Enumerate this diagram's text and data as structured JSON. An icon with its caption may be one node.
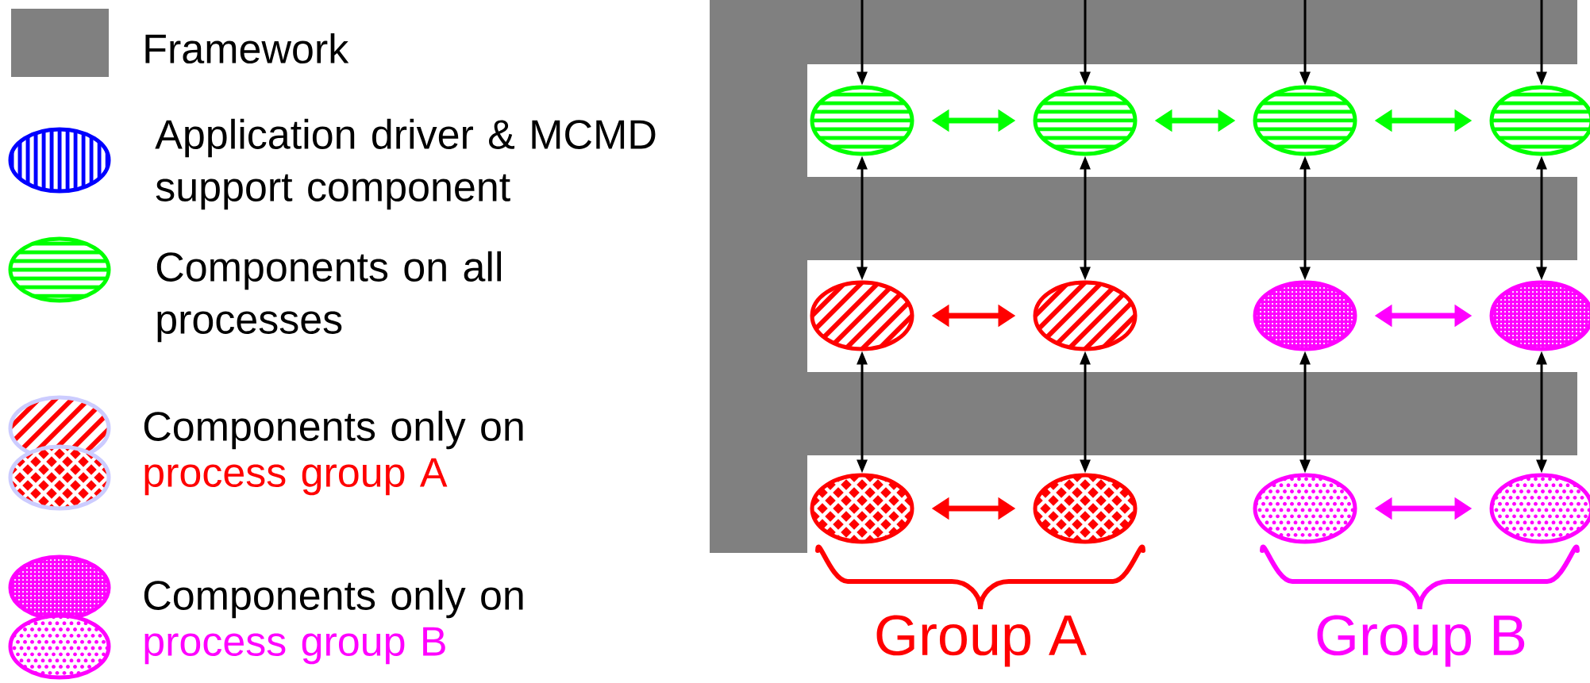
{
  "diagram": {
    "nodes": [
      {
        "text": [],
        "shape": "ellipse"
      },
      {
        "text": [],
        "shape": "ellipse"
      },
      {
        "text": [],
        "shape": "ellipse"
      },
      {
        "text": [],
        "shape": "ellipse"
      },
      {
        "text": [],
        "shape": "ellipse"
      },
      {
        "text": [],
        "shape": "ellipse"
      },
      {
        "text": [],
        "shape": "ellipse"
      },
      {
        "text": [],
        "shape": "ellipse"
      },
      {
        "text": [],
        "shape": "ellipse"
      },
      {
        "text": [],
        "shape": "ellipse"
      },
      {
        "text": [],
        "shape": "ellipse"
      },
      {
        "text": [],
        "shape": "ellipse"
      }
    ],
    "edges": [
      {
        "from": null,
        "to": 0,
        "arrow": "to"
      },
      {
        "from": null,
        "to": 1,
        "arrow": "to"
      },
      {
        "from": null,
        "to": 2,
        "arrow": "to"
      },
      {
        "from": null,
        "to": 3,
        "arrow": "to"
      },
      {
        "from": 0,
        "to": 4,
        "arrow": "both"
      },
      {
        "from": 1,
        "to": 5,
        "arrow": "both"
      },
      {
        "from": 2,
        "to": 6,
        "arrow": "both"
      },
      {
        "from": 3,
        "to": 7,
        "arrow": "both"
      },
      {
        "from": 4,
        "to": 8,
        "arrow": "both"
      },
      {
        "from": 5,
        "to": 9,
        "arrow": "both"
      },
      {
        "from": 6,
        "to": 10,
        "arrow": "both"
      },
      {
        "from": 7,
        "to": 11,
        "arrow": "both"
      },
      {
        "from": 0,
        "to": 1,
        "arrow": "both",
        "style": "thick",
        "color": "#00ff00"
      },
      {
        "from": 1,
        "to": 2,
        "arrow": "both",
        "style": "thick",
        "color": "#00ff00"
      },
      {
        "from": 2,
        "to": 3,
        "arrow": "both",
        "style": "thick",
        "color": "#00ff00"
      },
      {
        "from": 4,
        "to": 5,
        "arrow": "both",
        "style": "thick",
        "color": "#ff0000"
      },
      {
        "from": 6,
        "to": 7,
        "arrow": "both",
        "style": "thick",
        "color": "#ff00ff"
      },
      {
        "from": 8,
        "to": 9,
        "arrow": "both",
        "style": "thick",
        "color": "#ff0000"
      },
      {
        "from": 10,
        "to": 11,
        "arrow": "both",
        "style": "thick",
        "color": "#ff00ff"
      }
    ],
    "labels": [
      "Group A",
      "Group B"
    ],
    "legend": [
      {
        "text": "Framework",
        "color": "#808080"
      },
      {
        "text": "Application driver & MCMD support component"
      },
      {
        "text": "Components on all processes"
      },
      {
        "text": "Components only on"
      },
      {
        "text": "process group A"
      },
      {
        "text": "Components only on"
      },
      {
        "text": "process group B"
      }
    ]
  }
}
